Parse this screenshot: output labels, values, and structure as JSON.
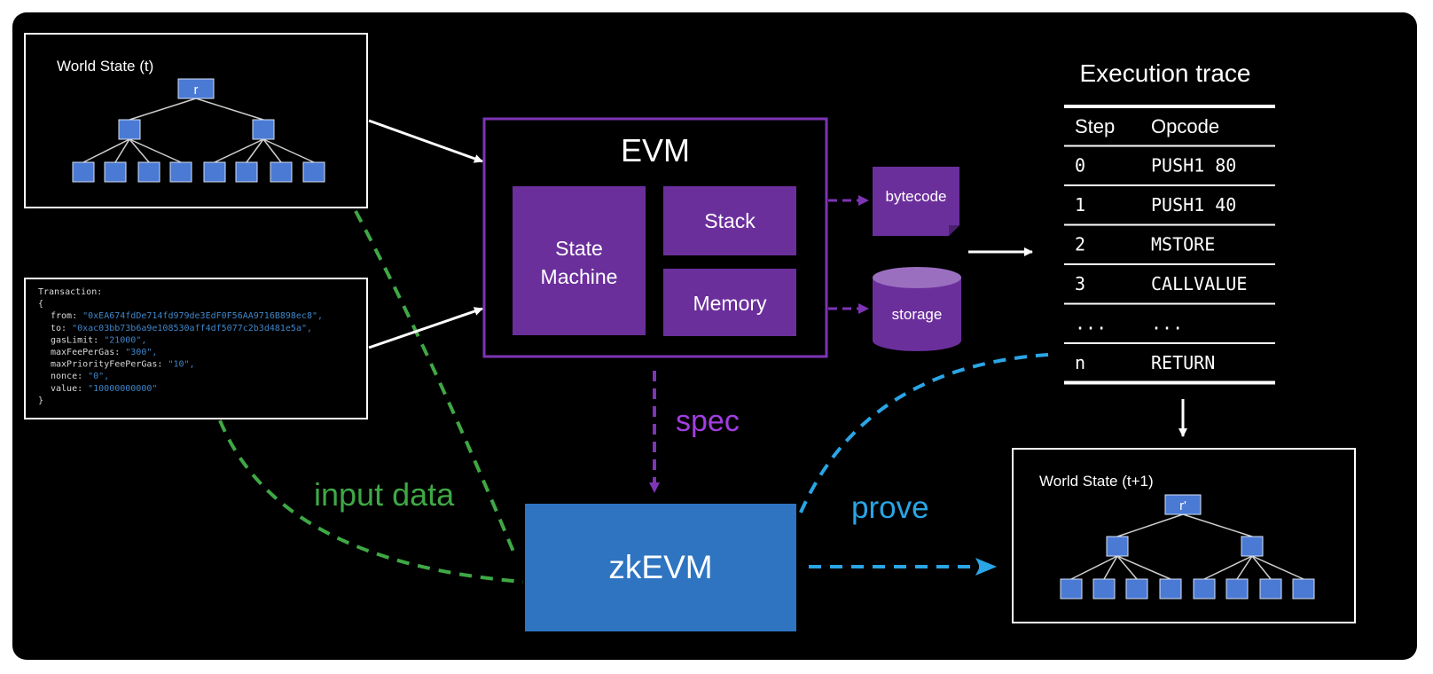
{
  "world_state_t": {
    "title": "World State (t)",
    "root_label": "r"
  },
  "transaction": {
    "title": "Transaction:",
    "open": "{",
    "close": "}",
    "fields": [
      {
        "key": "from:",
        "value": "\"0xEA674fdDe714fd979de3EdF0F56AA9716B898ec8\","
      },
      {
        "key": "to:",
        "value": "\"0xac03bb73b6a9e108530aff4df5077c2b3d481e5a\","
      },
      {
        "key": "gasLimit:",
        "value": "\"21000\","
      },
      {
        "key": "maxFeePerGas:",
        "value": "\"300\","
      },
      {
        "key": "maxPriorityFeePerGas:",
        "value": "\"10\","
      },
      {
        "key": "nonce:",
        "value": "\"0\","
      },
      {
        "key": "value:",
        "value": "\"10000000000\""
      }
    ]
  },
  "evm": {
    "title": "EVM",
    "state_machine_line1": "State",
    "state_machine_line2": "Machine",
    "stack": "Stack",
    "memory": "Memory"
  },
  "bytecode_label": "bytecode",
  "storage_label": "storage",
  "execution_trace": {
    "title": "Execution trace",
    "headers": [
      "Step",
      "Opcode"
    ],
    "rows": [
      [
        "0",
        "PUSH1 80"
      ],
      [
        "1",
        "PUSH1 40"
      ],
      [
        "2",
        "MSTORE"
      ],
      [
        "3",
        "CALLVALUE"
      ],
      [
        "...",
        "..."
      ],
      [
        "n",
        "RETURN"
      ]
    ]
  },
  "edge_labels": {
    "spec": "spec",
    "input_data": "input data",
    "prove": "prove"
  },
  "zkevm_label": "zkEVM",
  "world_state_t1": {
    "title": "World State (t+1)",
    "root_label": "r'"
  },
  "colors": {
    "background": "#000000",
    "purple": "#6b2f9c",
    "purple_line": "#7d34b5",
    "purple_text": "#a13ee0",
    "zk_blue": "#2e74c1",
    "node_blue": "#4a7ad4",
    "green": "#3fa845",
    "light_blue": "#2aa5e6",
    "tx_key": "#d8d8d8",
    "tx_value": "#3f86c9"
  }
}
